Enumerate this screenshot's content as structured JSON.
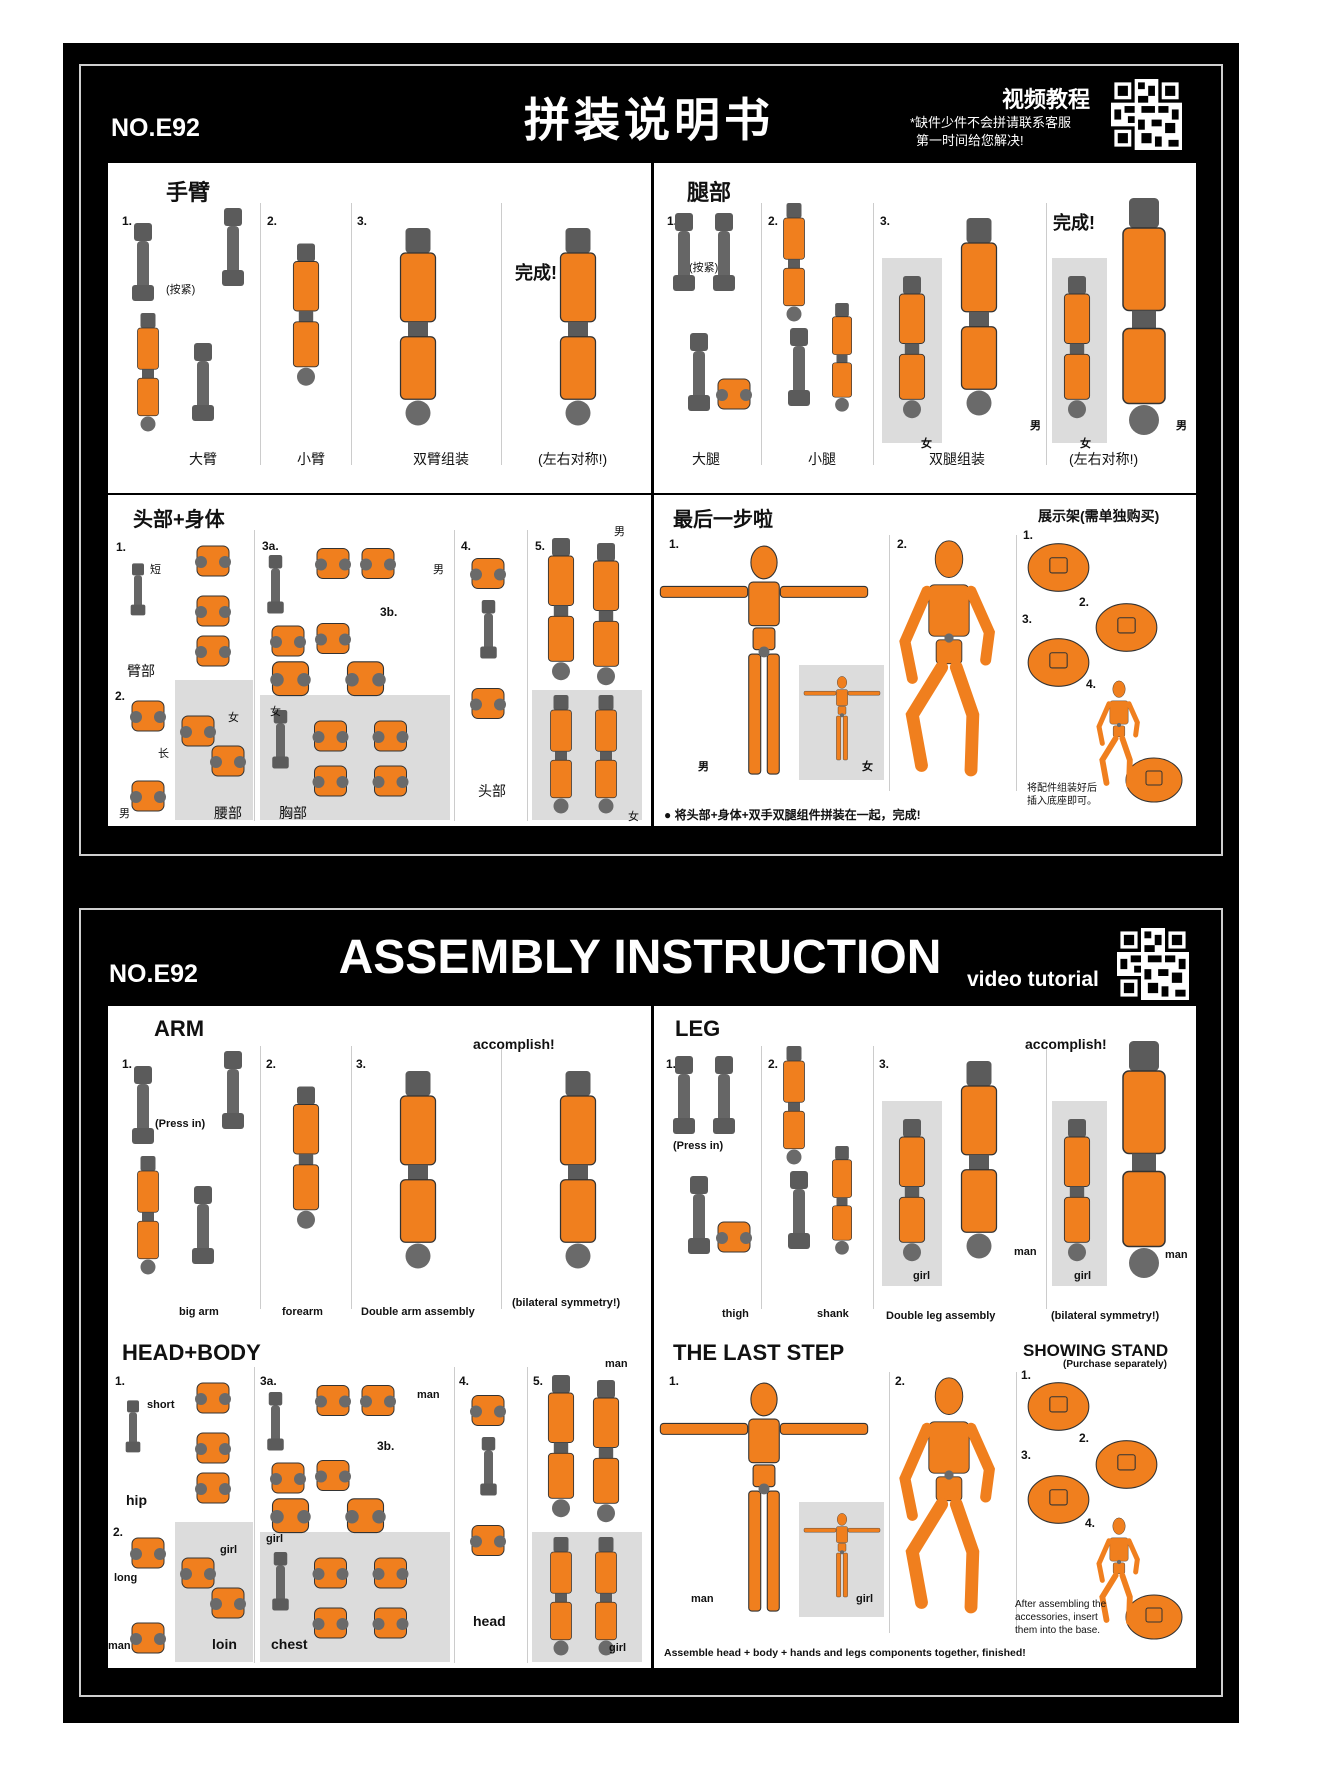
{
  "colors": {
    "orange": "#f07f1e",
    "grey": "#5b5b5b",
    "frame": "#000000",
    "panel": "#ffffff"
  },
  "cn": {
    "model_no": "NO.E92",
    "title": "拼装说明书",
    "video_label": "视频教程",
    "note_line1": "*缺件少件不会拼请联系客服",
    "note_line2": "第一时间给您解决!",
    "qr_icon": "qr-code",
    "arm": {
      "title": "手臂",
      "steps": [
        "1.",
        "2.",
        "3."
      ],
      "press": "(按紧)",
      "done": "完成!",
      "captions": [
        "大臂",
        "小臂",
        "双臂组装",
        "(左右对称!)"
      ]
    },
    "leg": {
      "title": "腿部",
      "steps": [
        "1.",
        "2.",
        "3."
      ],
      "press": "(按紧)",
      "done": "完成!",
      "captions": [
        "大腿",
        "小腿",
        "双腿组装",
        "(左右对称!)"
      ],
      "man": "男",
      "girl": "女"
    },
    "head_body": {
      "title": "头部+身体",
      "steps": [
        "1.",
        "2.",
        "3a.",
        "3b.",
        "4.",
        "5."
      ],
      "short": "短",
      "long": "长",
      "hip": "臂部",
      "loin": "腰部",
      "chest": "胸部",
      "head": "头部",
      "man": "男",
      "girl": "女"
    },
    "last": {
      "title": "最后一步啦",
      "steps": [
        "1.",
        "2."
      ],
      "man": "男",
      "girl": "女",
      "stand_title": "展示架(需单独购买)",
      "stand_steps": [
        "1.",
        "2.",
        "3.",
        "4."
      ],
      "stand_note_1": "将配件组装好后",
      "stand_note_2": "插入底座即可。",
      "bottom_note": "● 将头部+身体+双手双腿组件拼装在一起，完成!"
    }
  },
  "en": {
    "model_no": "NO.E92",
    "title": "ASSEMBLY INSTRUCTION",
    "video_label": "video tutorial",
    "qr_icon": "qr-code",
    "arm": {
      "title": "ARM",
      "steps": [
        "1.",
        "2.",
        "3."
      ],
      "press": "(Press in)",
      "done": "accomplish!",
      "captions": [
        "big arm",
        "forearm",
        "Double arm assembly",
        "(bilateral symmetry!)"
      ]
    },
    "leg": {
      "title": "LEG",
      "steps": [
        "1.",
        "2.",
        "3."
      ],
      "press": "(Press in)",
      "done": "accomplish!",
      "captions": [
        "thigh",
        "shank",
        "Double leg assembly",
        "(bilateral symmetry!)"
      ],
      "man": "man",
      "girl": "girl"
    },
    "head_body": {
      "title": "HEAD+BODY",
      "steps": [
        "1.",
        "2.",
        "3a.",
        "3b.",
        "4.",
        "5."
      ],
      "short": "short",
      "long": "long",
      "hip": "hip",
      "loin": "loin",
      "chest": "chest",
      "head": "head",
      "man": "man",
      "girl": "girl"
    },
    "last": {
      "title": "THE LAST STEP",
      "steps": [
        "1.",
        "2."
      ],
      "man": "man",
      "girl": "girl",
      "stand_title": "SHOWING STAND",
      "stand_sub": "(Purchase separately)",
      "stand_steps": [
        "1.",
        "2.",
        "3.",
        "4."
      ],
      "stand_note_1": "After assembling the",
      "stand_note_2": "accessories, insert",
      "stand_note_3": "them into the base.",
      "bottom_note": "Assemble head + body + hands and legs components together, finished!"
    }
  }
}
